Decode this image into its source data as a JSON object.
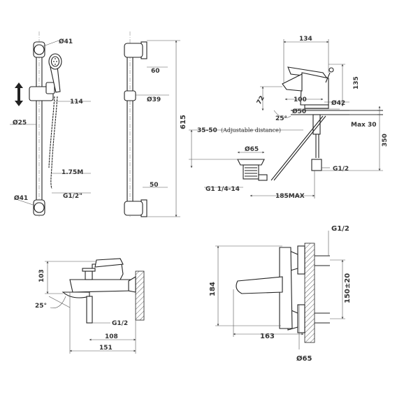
{
  "drawings": {
    "shower_rail": {
      "dia_top": "Ø41",
      "dia_pipe": "Ø25",
      "dia_bottom": "Ø41",
      "holder_travel": "114",
      "hose_length": "1.75M",
      "hose_thread": "G1/2\"",
      "dia_mid": "Ø39",
      "bracket_top": "60",
      "bracket_bottom": "50",
      "total_height": "615"
    },
    "basin_mixer": {
      "width": "134",
      "height": "135",
      "spout_reach": "100",
      "spout_height": "72",
      "lever_angle": "25°",
      "base_dia": "Ø50",
      "body_dia": "Ø42",
      "deck_thickness": "Max 30",
      "under_length": "350",
      "waste_distance": "35-50",
      "adjustable_note": "(Adjustable distance)",
      "waste_dia": "Ø65",
      "inlet_thread": "G1/2",
      "waste_thread": "G1 1/4-14",
      "rod_max": "185MAX"
    },
    "bath_mixer": {
      "height": "103",
      "spout_angle": "25°",
      "inlet": "G1/2",
      "depth": "108",
      "projection": "151"
    },
    "shower_mixer": {
      "inlet": "G1/2",
      "height": "184",
      "centres": "150±20",
      "depth": "163",
      "rosette_dia": "Ø65"
    }
  }
}
